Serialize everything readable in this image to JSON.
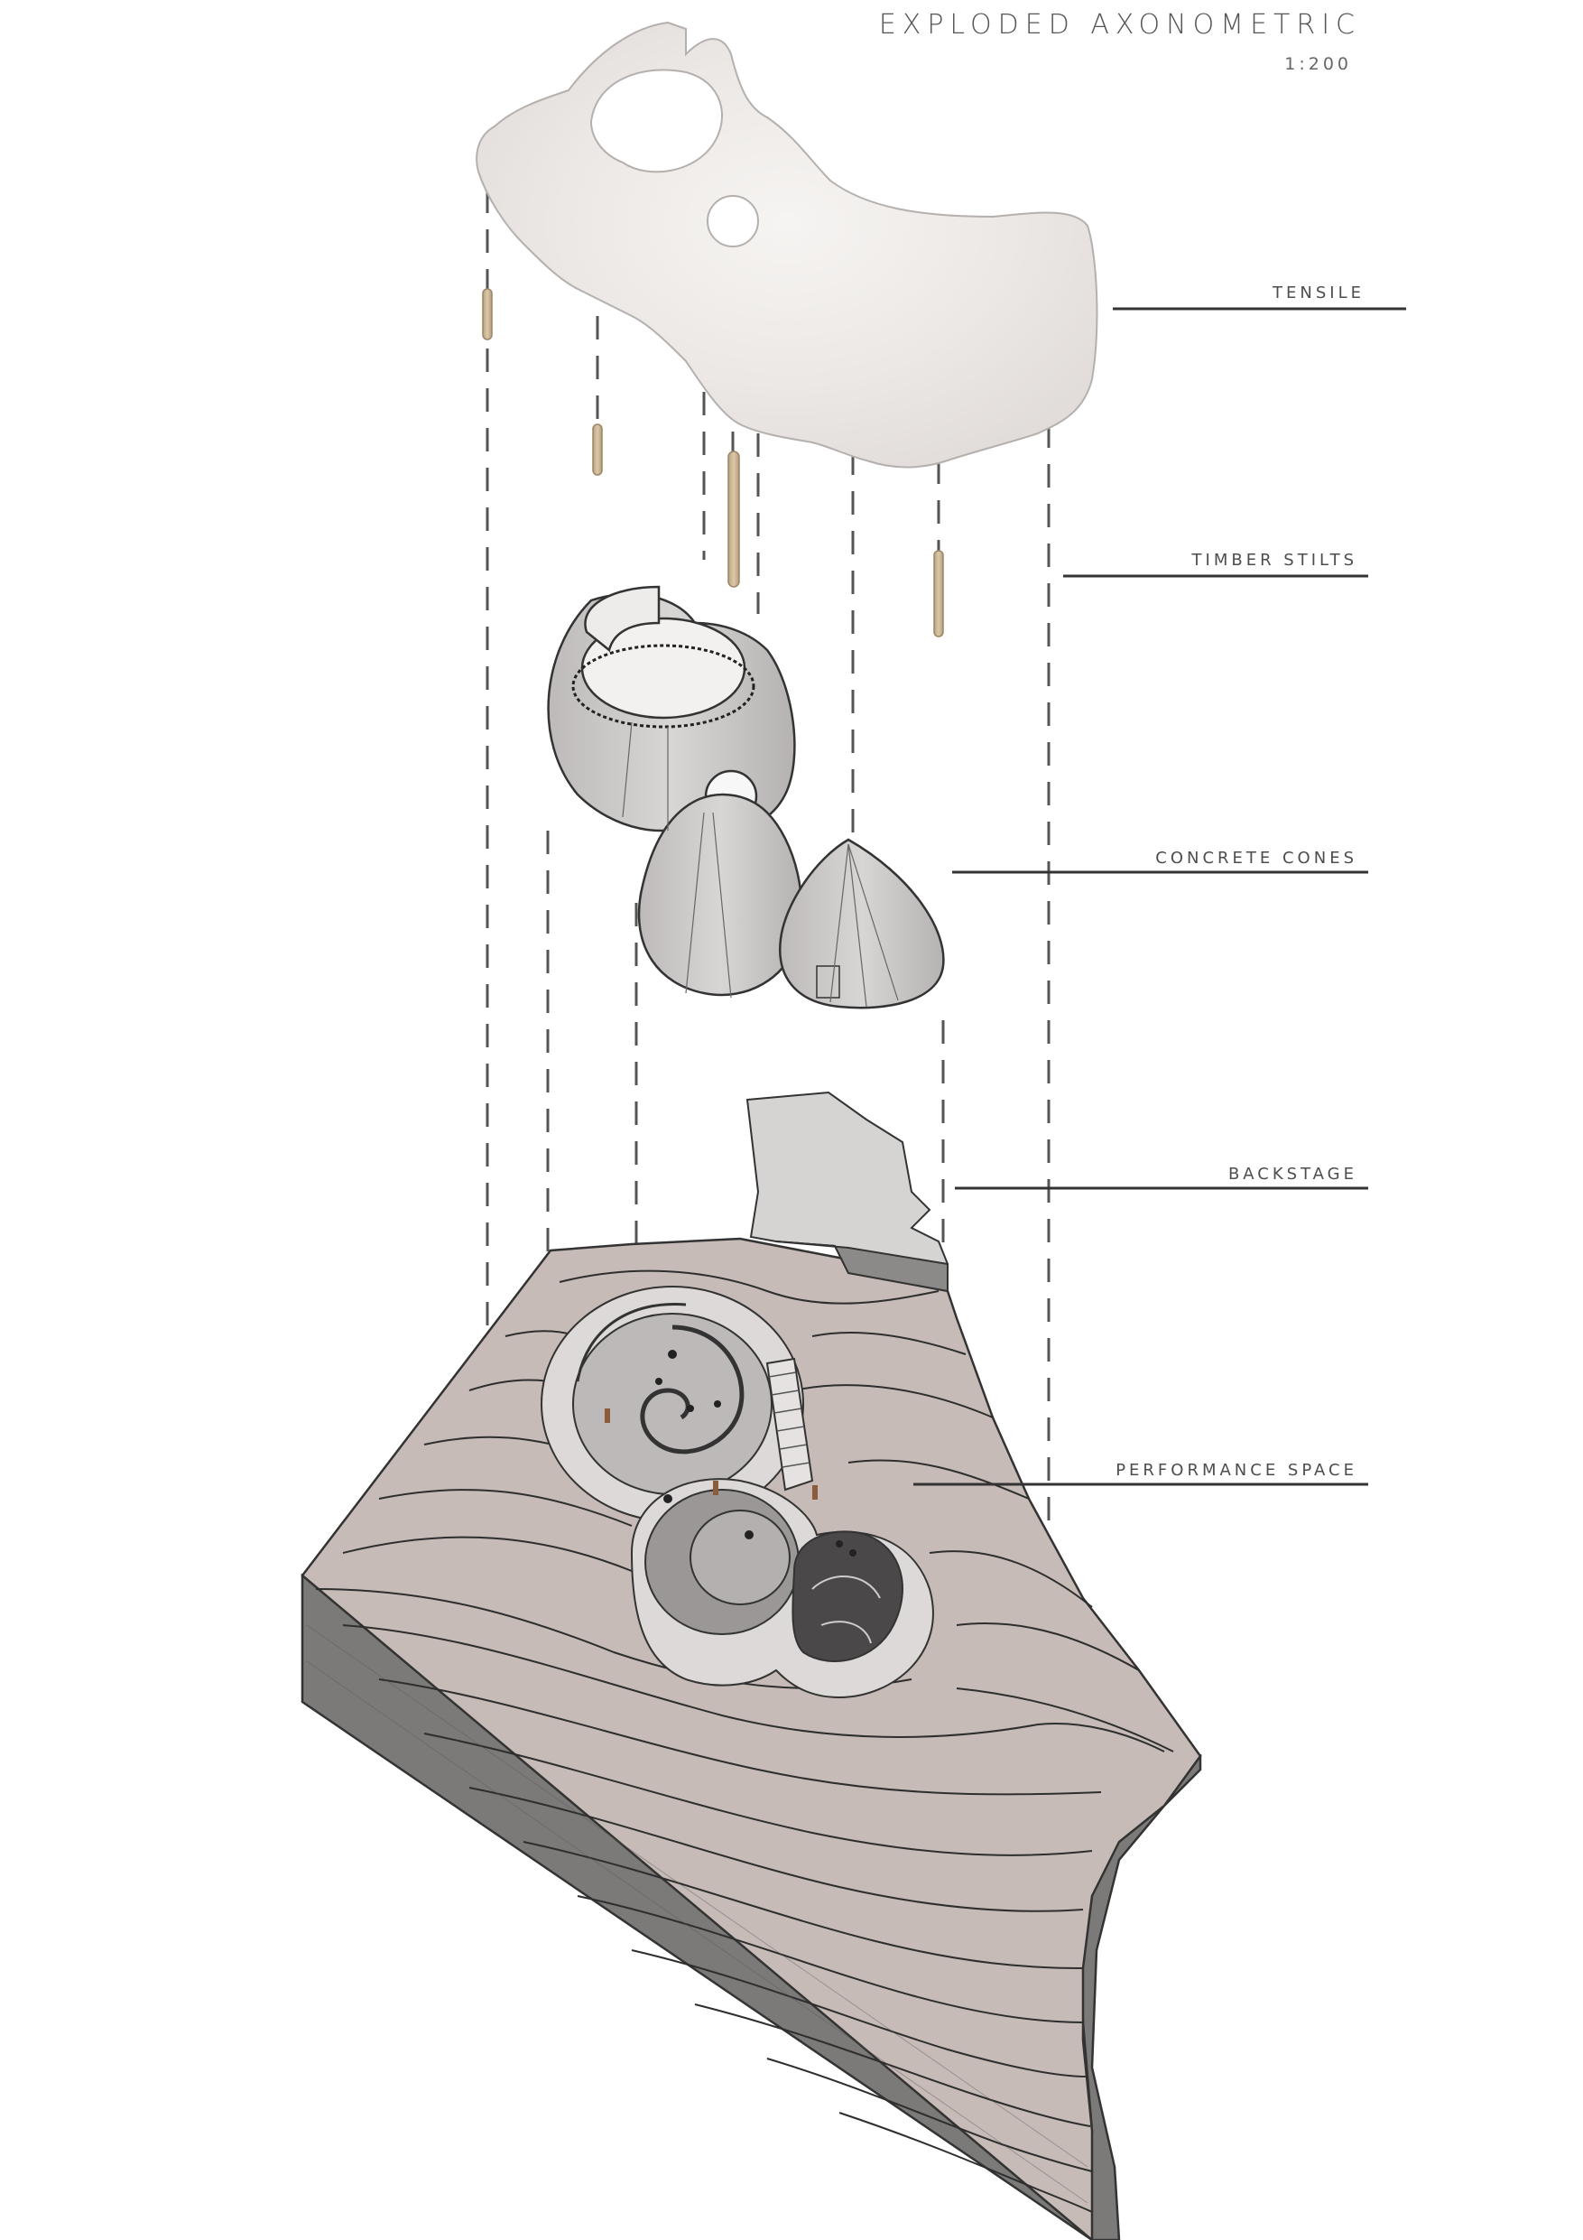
{
  "title": "EXPLODED AXONOMETRIC",
  "scale": "1:200",
  "layers": [
    {
      "id": "tensile",
      "label": "TENSILE"
    },
    {
      "id": "stilts",
      "label": "TIMBER STILTS"
    },
    {
      "id": "cones",
      "label": "CONCRETE CONES"
    },
    {
      "id": "backstage",
      "label": "BACKSTAGE"
    },
    {
      "id": "performance",
      "label": "PERFORMANCE SPACE"
    }
  ],
  "colors": {
    "membrane": "#eeebe9",
    "timber": "#cdb99a",
    "concrete": "#cfcccb",
    "ground_top": "#c6bbb6",
    "ground_side": "#7c7a79",
    "ink": "#333333"
  }
}
